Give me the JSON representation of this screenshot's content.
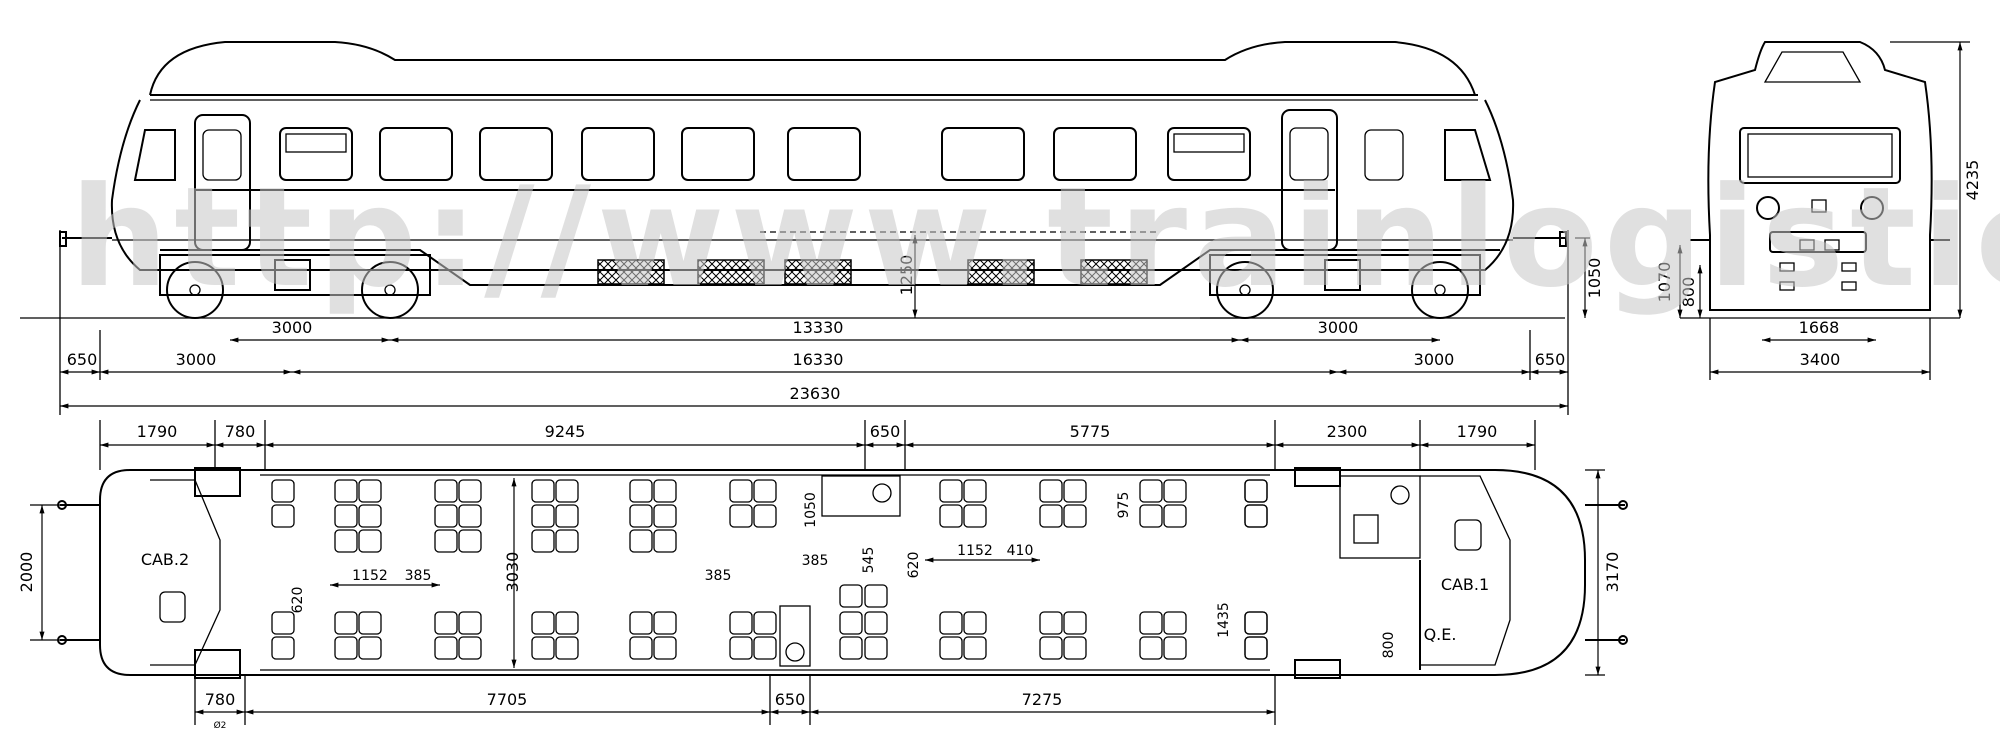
{
  "watermark": "http://www.trainlogistic.com",
  "side_view": {
    "dims": {
      "bogie_wheelbase_left": "3000",
      "bogie_wheelbase_right": "3000",
      "between_bogies": "13330",
      "bogie_centers": "16330",
      "overhang_left": "3000",
      "overhang_right": "3000",
      "buffer_left": "650",
      "buffer_right": "650",
      "length_over_buffers": "23630",
      "underframe_height": "1250",
      "floor_height": "1050"
    }
  },
  "end_view": {
    "dims": {
      "total_height": "4235",
      "buffer_height": "1070",
      "coupler_height": "800",
      "gauge": "1668",
      "width": "3400"
    }
  },
  "plan_view": {
    "top_dims": [
      "1790",
      "780",
      "9245",
      "650",
      "5775",
      "2300",
      "1790"
    ],
    "bottom_dims": [
      "780",
      "7705",
      "650",
      "7275"
    ],
    "inner_dims": {
      "seat_pitch_a": "1152",
      "seat_pitch_b": "385",
      "seat_pitch_c": "1152",
      "seat_pitch_d": "410",
      "aisle_offset_a": "620",
      "aisle_offset_b": "620",
      "interior_width": "3030",
      "bay_depth": "1050",
      "step_a": "385",
      "step_b": "385",
      "step_c": "545",
      "bay_width": "975",
      "rear_bay": "1435",
      "qe_offset": "800",
      "end_width": "2000",
      "overall_width": "3170"
    },
    "labels": {
      "cab2": "CAB.2",
      "cab1": "CAB.1",
      "qe": "Q.E."
    },
    "cut_label": "Ø2"
  }
}
